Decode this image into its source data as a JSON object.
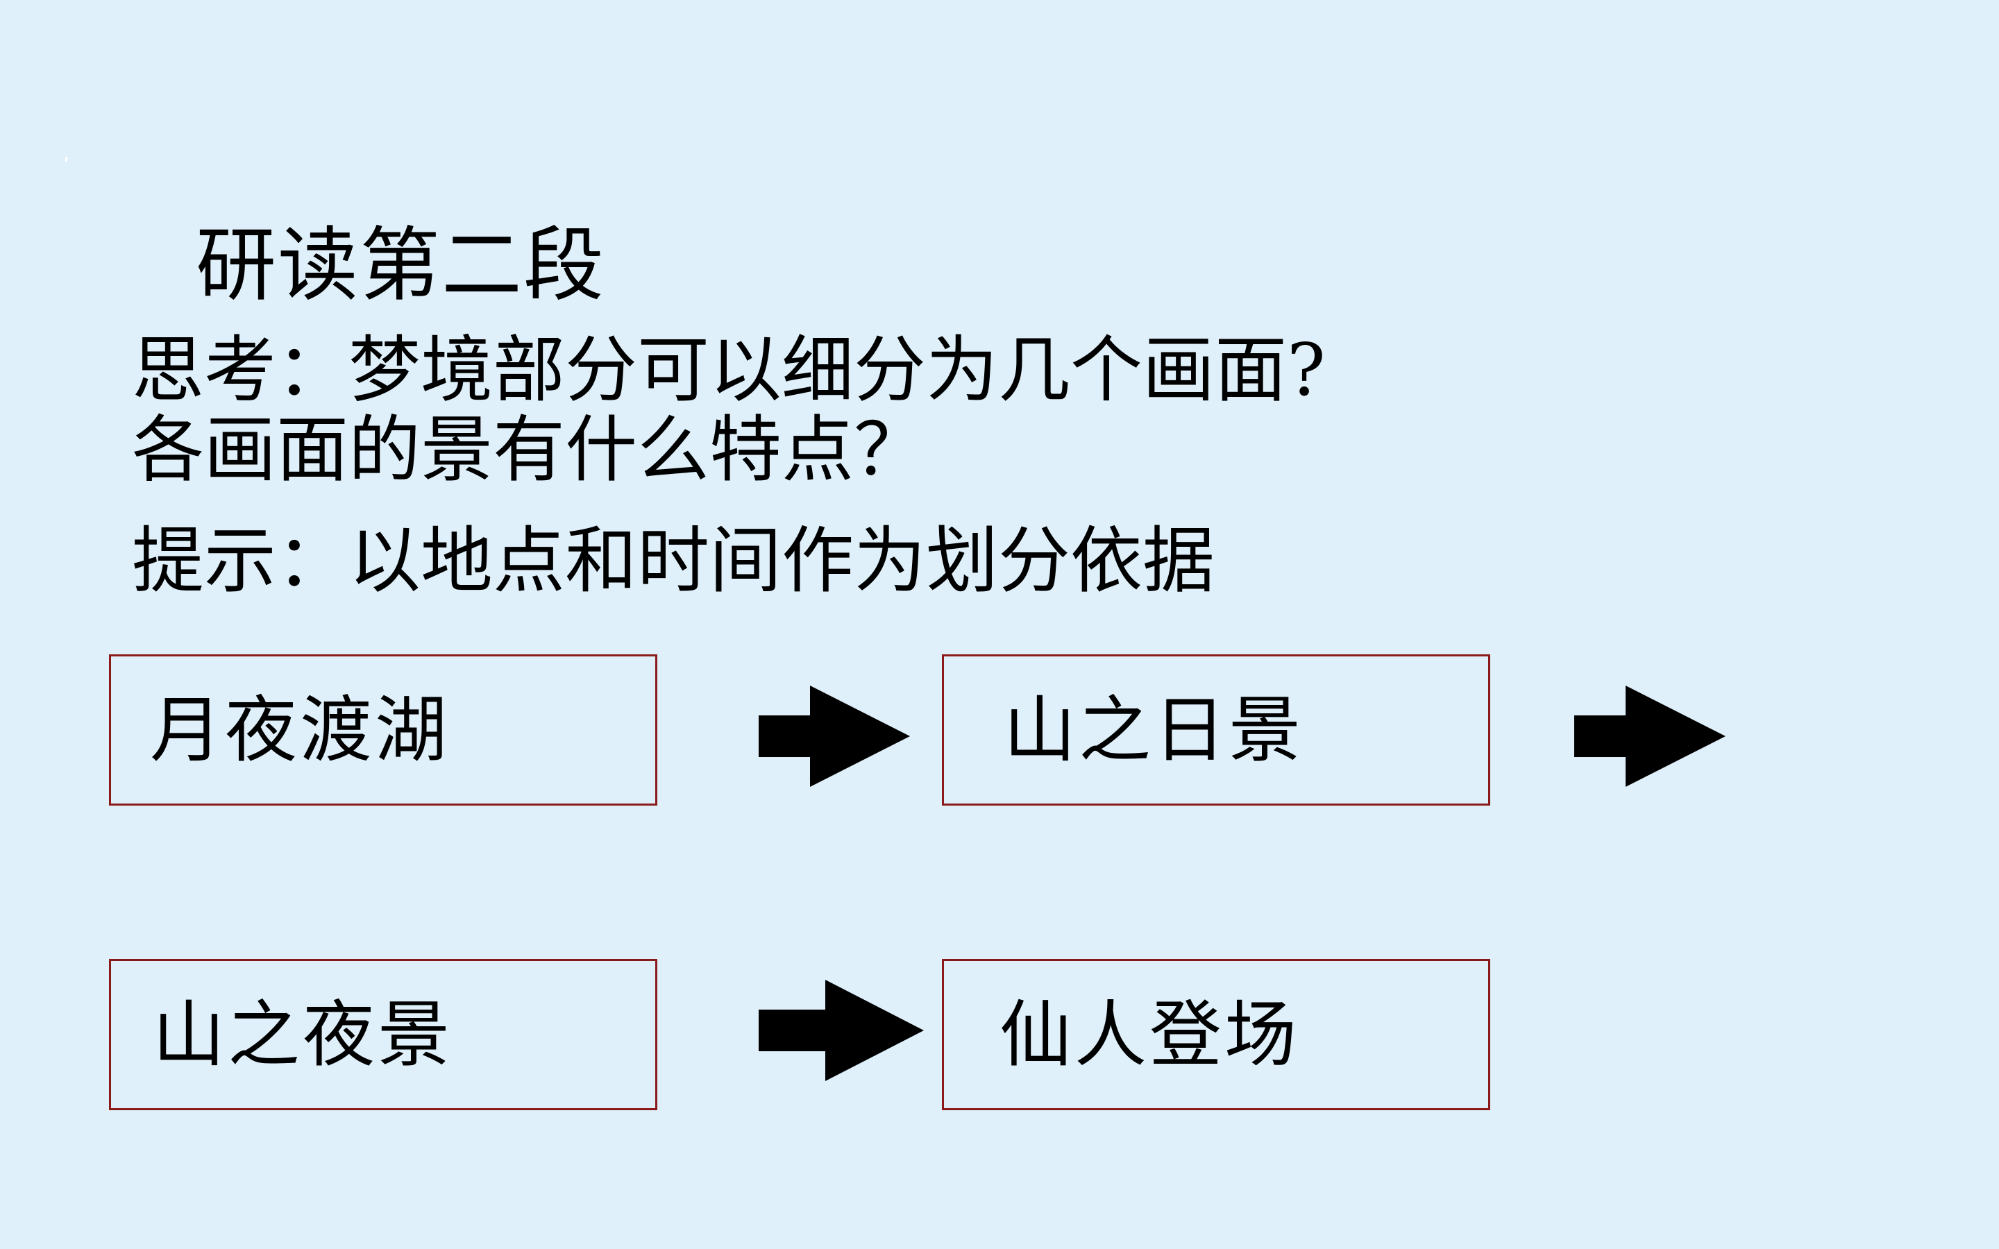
{
  "slide": {
    "title": "研读第二段",
    "question": {
      "line1": "思考：梦境部分可以细分为几个画面?",
      "line2": "各画面的景有什么特点？"
    },
    "hint": "提示：以地点和时间作为划分依据",
    "scenes": [
      {
        "label": "月夜渡湖"
      },
      {
        "label": "山之日景"
      },
      {
        "label": "山之夜景"
      },
      {
        "label": "仙人登场"
      }
    ],
    "icons": {
      "arrow": "right-arrow-icon"
    },
    "colors": {
      "background": "#dff0fa",
      "box_border": "#8b1a1a",
      "text": "#000000"
    }
  }
}
